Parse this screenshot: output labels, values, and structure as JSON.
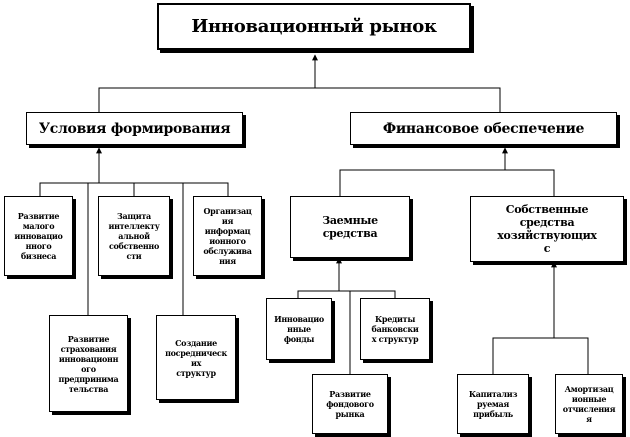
{
  "title": "Инновационный рынок",
  "branches": {
    "left": {
      "label": "Условия формирования",
      "items": [
        "Развитие\nмалого\nинновацио\nнного\nбизнеса",
        "Защита\nинтеллекту\nальной\nсобственно\nсти",
        "Организац\nия\nинформац\nионного\nобслужива\nния",
        "Развитие\nстрахования\nинновационн\nого\nпредпринима\nтельства",
        "Создание\nпосредническ\nих\nструктур"
      ]
    },
    "right": {
      "label": "Финансовое обеспечение",
      "borrowed": {
        "label": "Заемные\nсредства",
        "items": [
          "Инновацио\nнные\nфонды",
          "Кредиты\nбанковски\nх структур",
          "Развитие\nфондового\nрынка"
        ]
      },
      "own": {
        "label": "Собственные\nсредства\nхозяйствующих\nс",
        "items": [
          "Капитализ\nруемая\nприбыль",
          "Амортизац\nионные\nотчисления\nя"
        ]
      }
    }
  }
}
